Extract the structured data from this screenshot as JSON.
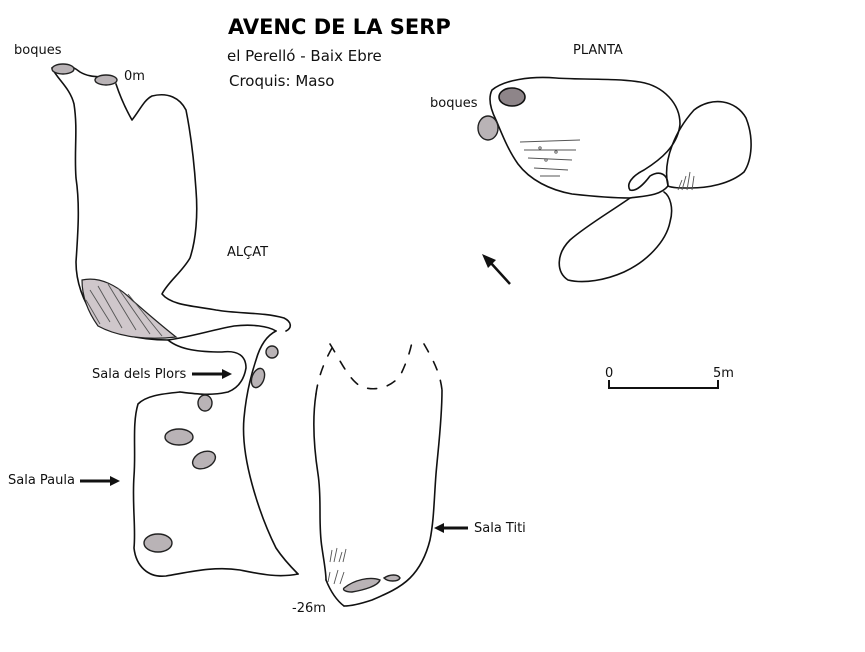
{
  "header": {
    "title": "AVENC DE LA SERP",
    "location": "el Perelló - Baix Ebre",
    "author": "Croquis: Maso"
  },
  "elevation": {
    "view_label": "ALÇAT",
    "entrance_label": "boques",
    "top_depth": "0m",
    "bottom_depth": "-26m",
    "rooms": {
      "sala_plors": "Sala dels Plors",
      "sala_paula": "Sala Paula",
      "sala_titi": "Sala Titi"
    }
  },
  "plan": {
    "view_label": "PLANTA",
    "entrance_label": "boques",
    "north_arrow": "north-arrow-icon"
  },
  "scale_bar": {
    "start_label": "0",
    "end_label": "5m"
  },
  "colors": {
    "rock_fill": "#b9b3b6",
    "entrance_fill": "#8e8589",
    "line": "#111111"
  }
}
